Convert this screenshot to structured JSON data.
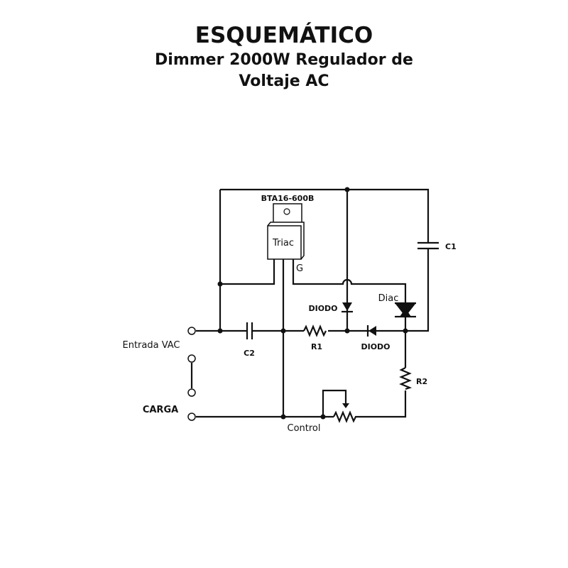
{
  "header": {
    "title": "ESQUEMÁTICO",
    "subtitle_line1": "Dimmer 2000W Regulador de",
    "subtitle_line2": "Voltaje AC"
  },
  "labels": {
    "part": "BTA16-600B",
    "triac": "Triac",
    "gate": "G",
    "c1": "C1",
    "c2": "C2",
    "r1": "R1",
    "r2": "R2",
    "diode_top": "DIODO",
    "diode_bottom": "DIODO",
    "diac": "Diac",
    "input": "Entrada VAC",
    "load": "CARGA",
    "control": "Control"
  }
}
